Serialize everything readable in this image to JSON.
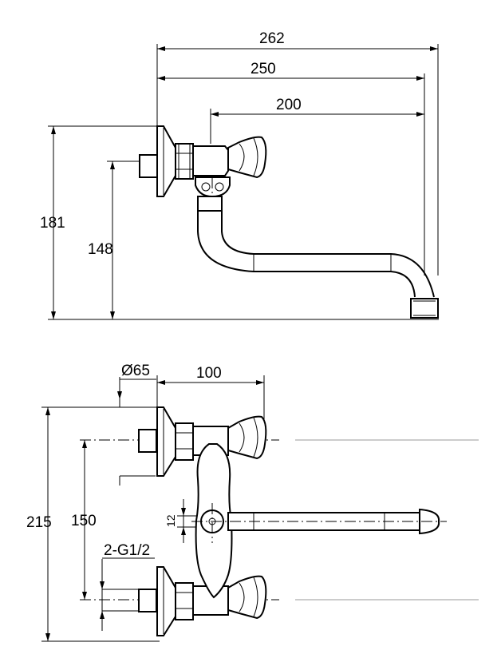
{
  "side_view": {
    "dims": {
      "overall_reach": "262",
      "wall_to_spout": "250",
      "body_to_spout": "200",
      "total_height": "181",
      "inlet_height": "148"
    }
  },
  "top_view": {
    "dims": {
      "flange_diameter": "Ø65",
      "handle_reach": "100",
      "total_height": "215",
      "inlet_spacing": "150",
      "connection_size": "2-G1/2",
      "spout_offset": "12"
    }
  }
}
